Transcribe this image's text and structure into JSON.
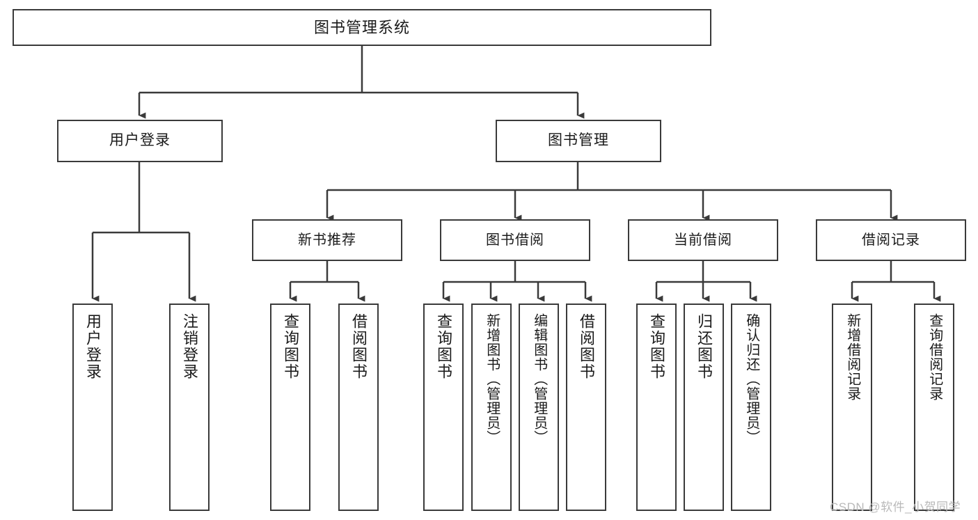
{
  "diagram": {
    "title": "图书管理系统",
    "type": "functional-structure-tree",
    "root": {
      "label": "图书管理系统"
    },
    "level1": [
      {
        "id": "user-login",
        "label": "用户登录"
      },
      {
        "id": "book-management",
        "label": "图书管理"
      }
    ],
    "level2": [
      {
        "id": "new-book-recommend",
        "label": "新书推荐",
        "parent": "book-management"
      },
      {
        "id": "book-borrow",
        "label": "图书借阅",
        "parent": "book-management"
      },
      {
        "id": "current-borrow",
        "label": "当前借阅",
        "parent": "book-management"
      },
      {
        "id": "borrow-record",
        "label": "借阅记录",
        "parent": "book-management"
      }
    ],
    "leaves": [
      {
        "id": "leaf-user-login",
        "label": "用户登录",
        "parent": "user-login"
      },
      {
        "id": "leaf-user-logout",
        "label": "注销登录",
        "parent": "user-login"
      },
      {
        "id": "leaf-query-book-1",
        "label": "查询图书",
        "parent": "new-book-recommend"
      },
      {
        "id": "leaf-borrow-book-1",
        "label": "借阅图书",
        "parent": "new-book-recommend"
      },
      {
        "id": "leaf-query-book-2",
        "label": "查询图书",
        "parent": "book-borrow"
      },
      {
        "id": "leaf-add-book",
        "label": "新增图书（管理员）",
        "parent": "book-borrow"
      },
      {
        "id": "leaf-edit-book",
        "label": "编辑图书（管理员）",
        "parent": "book-borrow"
      },
      {
        "id": "leaf-borrow-book-2",
        "label": "借阅图书",
        "parent": "book-borrow"
      },
      {
        "id": "leaf-query-book-3",
        "label": "查询图书",
        "parent": "current-borrow"
      },
      {
        "id": "leaf-return-book",
        "label": "归还图书",
        "parent": "current-borrow"
      },
      {
        "id": "leaf-confirm-return",
        "label": "确认归还（管理员）",
        "parent": "current-borrow"
      },
      {
        "id": "leaf-add-record",
        "label": "新增借阅记录",
        "parent": "borrow-record"
      },
      {
        "id": "leaf-query-record",
        "label": "查询借阅记录",
        "parent": "borrow-record"
      }
    ],
    "watermark": "CSDN @软件_小贺同学",
    "colors": {
      "stroke": "#3a3a3a",
      "fill": "#ffffff",
      "text": "#1a1a1a",
      "watermark": "#b9b9b9"
    }
  }
}
